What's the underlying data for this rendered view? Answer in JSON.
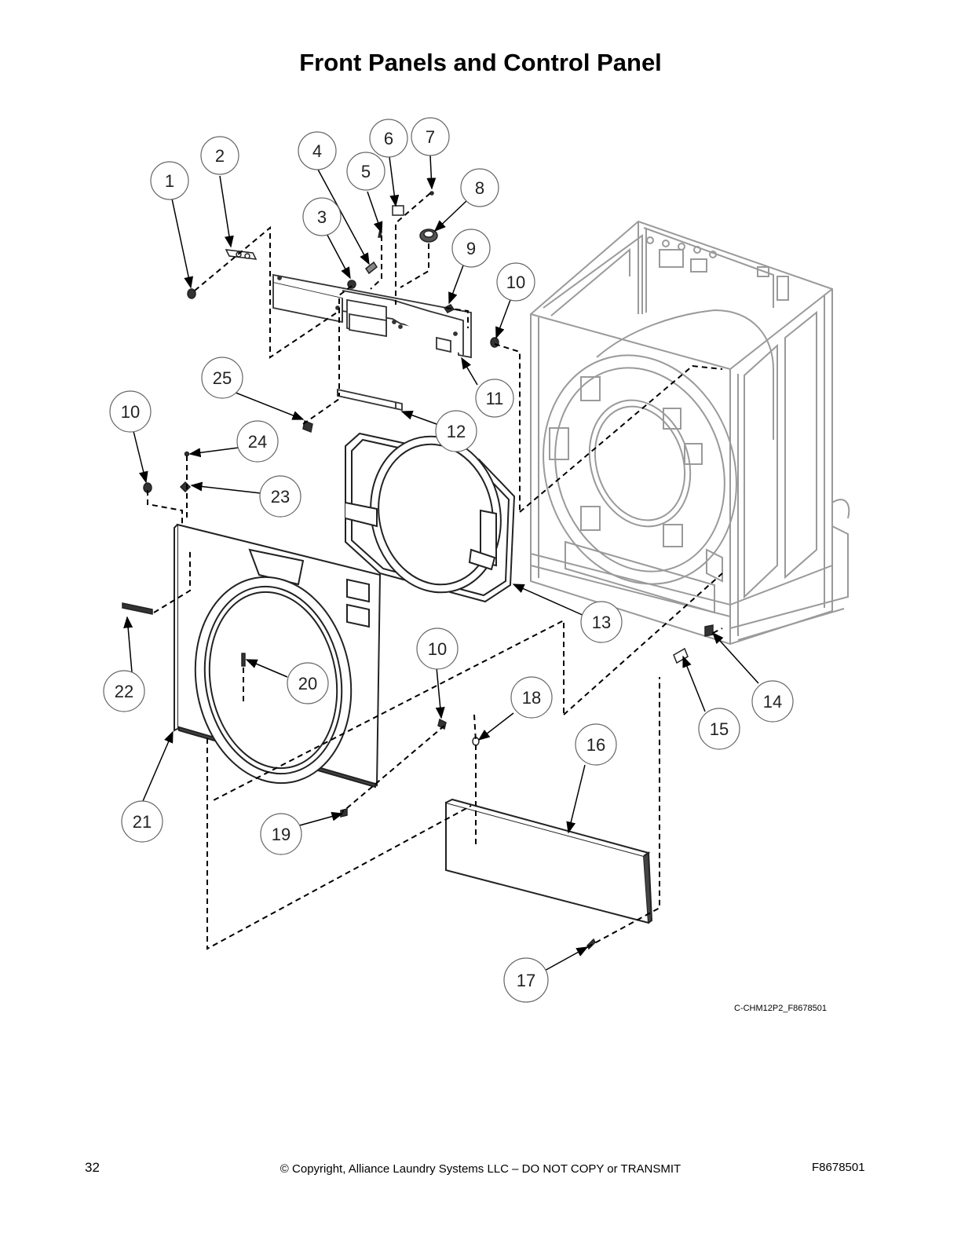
{
  "page": {
    "title": "Front Panels and Control Panel",
    "figure_code": "C-CHM12P2_F8678501",
    "page_number": "32",
    "copyright": "© Copyright, Alliance Laundry Systems LLC – DO NOT COPY or TRANSMIT",
    "doc_code": "F8678501"
  },
  "callouts": [
    {
      "label": "1"
    },
    {
      "label": "2"
    },
    {
      "label": "3"
    },
    {
      "label": "4"
    },
    {
      "label": "5"
    },
    {
      "label": "6"
    },
    {
      "label": "7"
    },
    {
      "label": "8"
    },
    {
      "label": "9"
    },
    {
      "label": "10"
    },
    {
      "label": "10"
    },
    {
      "label": "10"
    },
    {
      "label": "11"
    },
    {
      "label": "12"
    },
    {
      "label": "13"
    },
    {
      "label": "14"
    },
    {
      "label": "15"
    },
    {
      "label": "16"
    },
    {
      "label": "17"
    },
    {
      "label": "18"
    },
    {
      "label": "19"
    },
    {
      "label": "20"
    },
    {
      "label": "21"
    },
    {
      "label": "22"
    },
    {
      "label": "23"
    },
    {
      "label": "24"
    },
    {
      "label": "25"
    }
  ]
}
